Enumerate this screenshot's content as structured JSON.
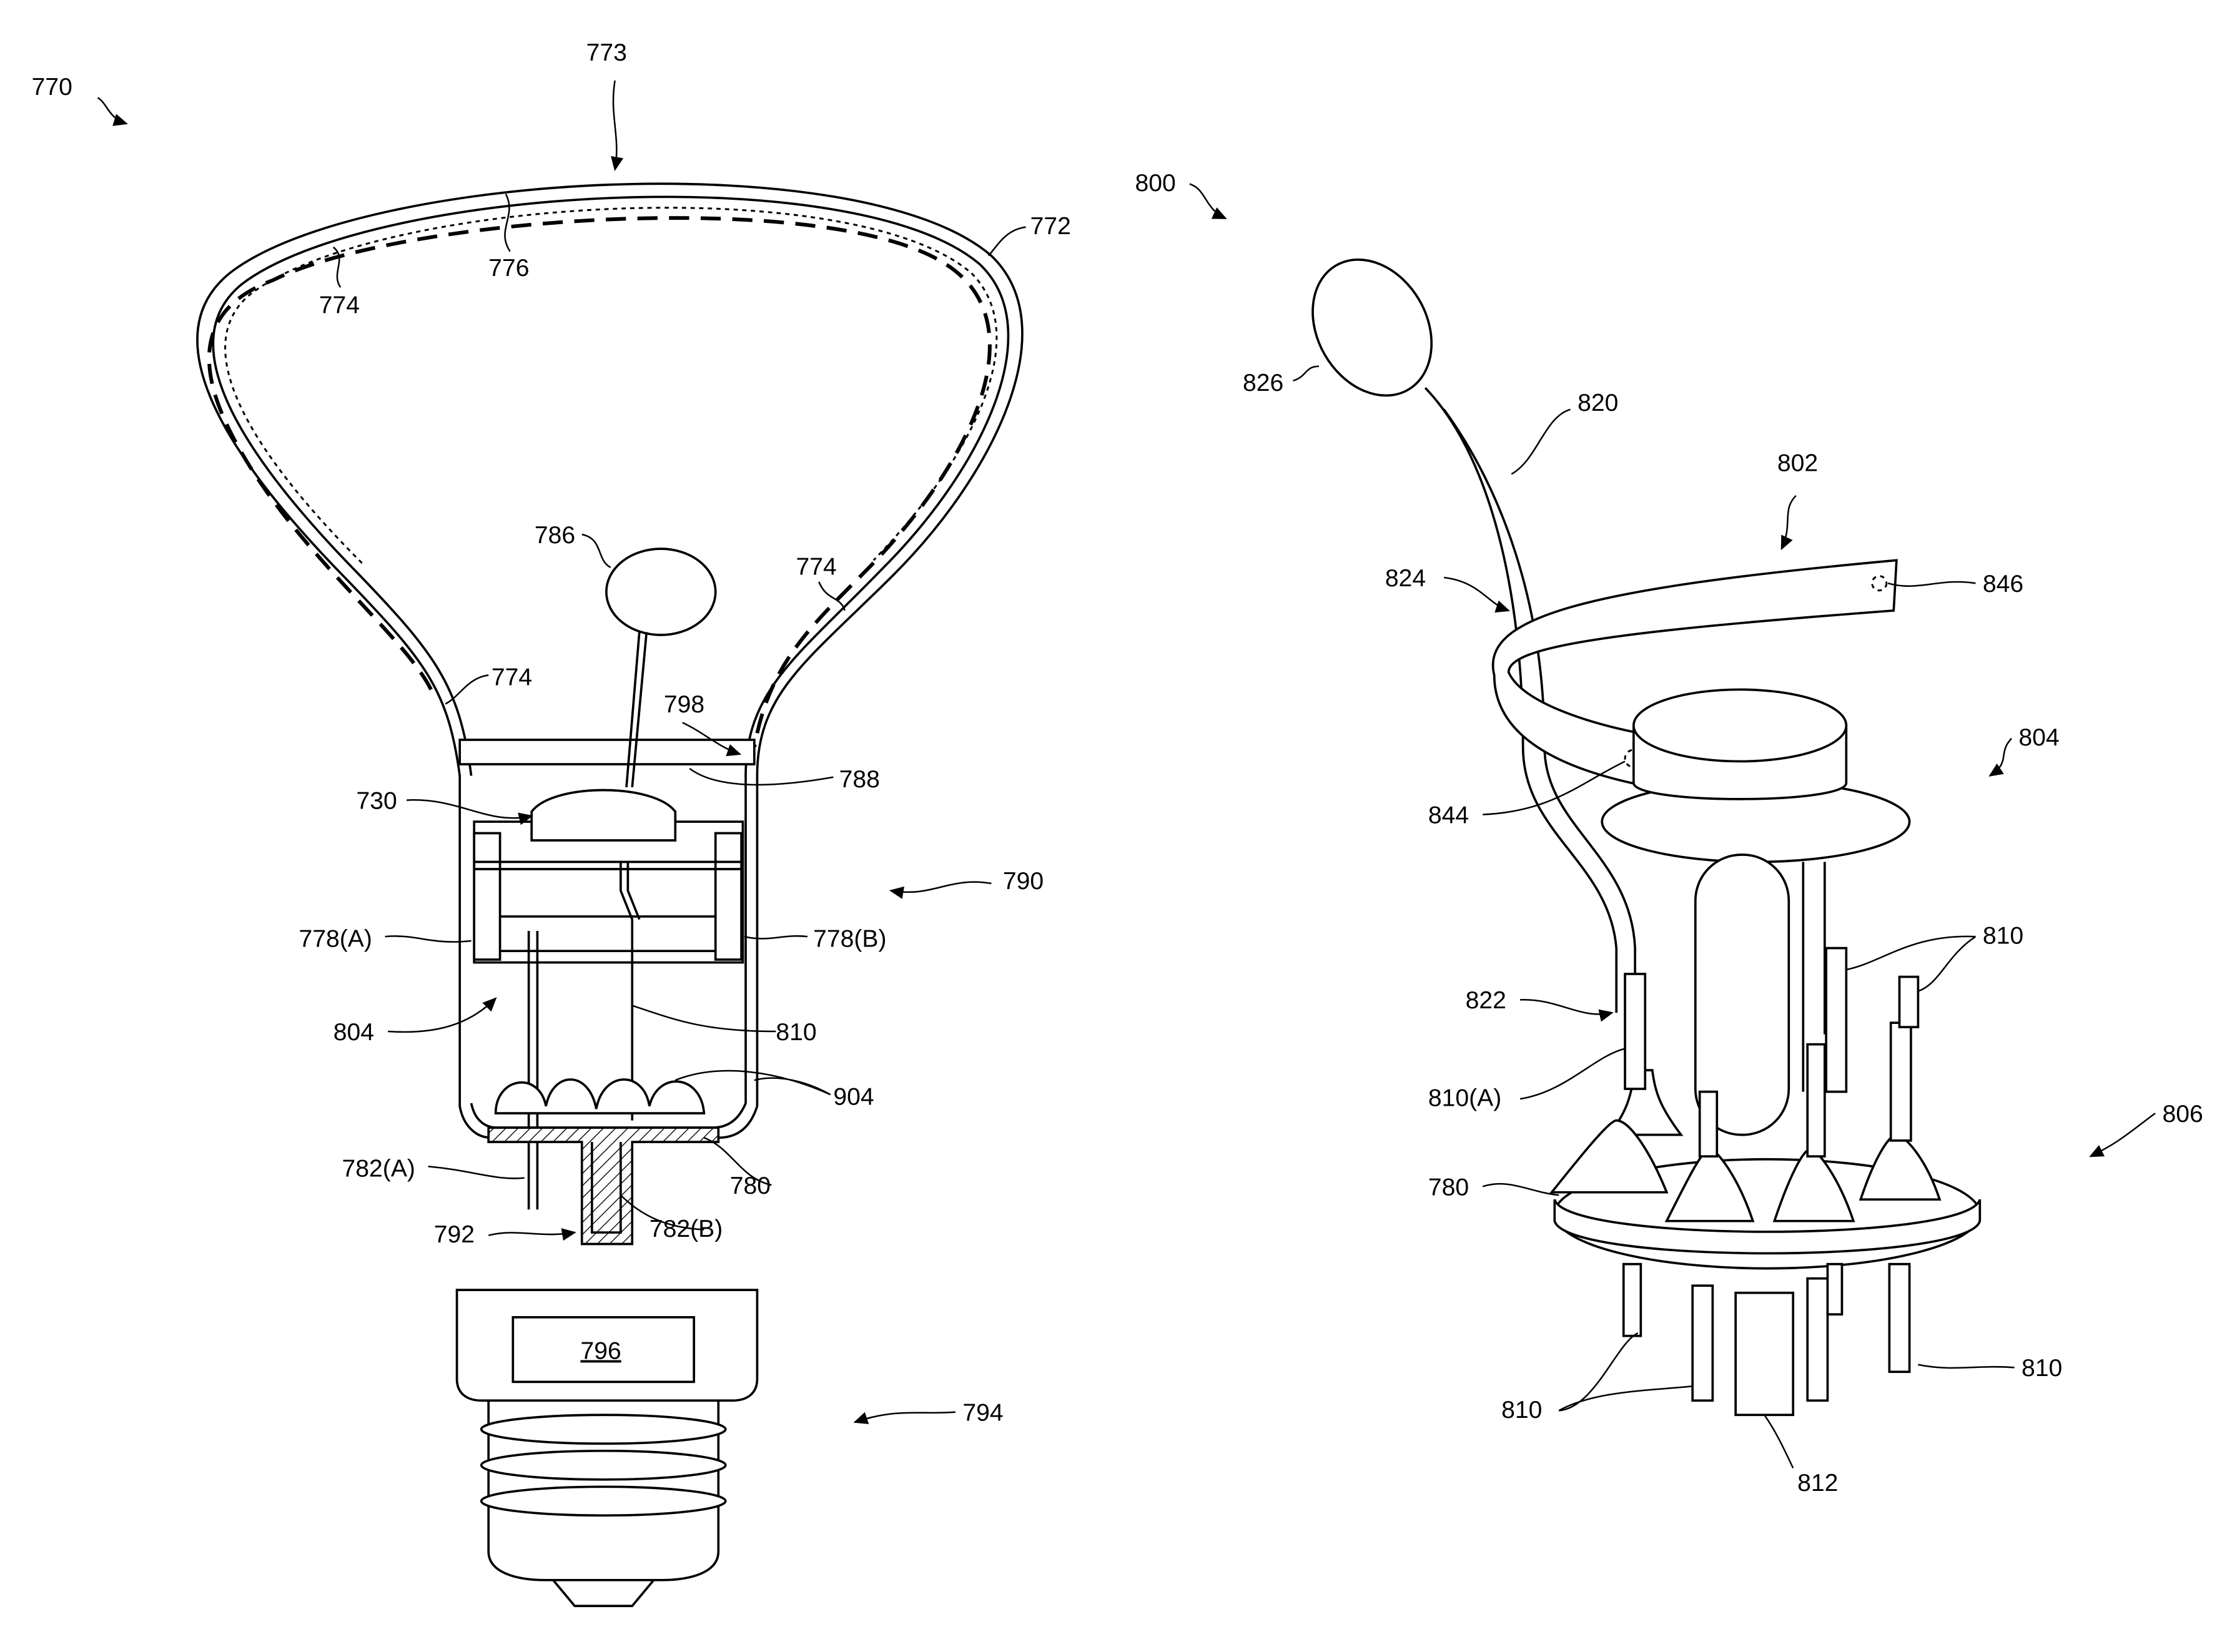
{
  "figure_left": {
    "ref": "770"
  },
  "figure_right": {
    "ref": "800"
  },
  "labels": [
    "770",
    "773",
    "772",
    "776",
    "774",
    "786",
    "774",
    "774",
    "798",
    "730",
    "788",
    "790",
    "778(A)",
    "778(B)",
    "804",
    "810",
    "904",
    "780",
    "782(A)",
    "792",
    "782(B)",
    "796",
    "794",
    "800",
    "826",
    "820",
    "802",
    "824",
    "846",
    "804",
    "844",
    "810",
    "822",
    "810(A)",
    "806",
    "780",
    "810",
    "810",
    "812"
  ]
}
